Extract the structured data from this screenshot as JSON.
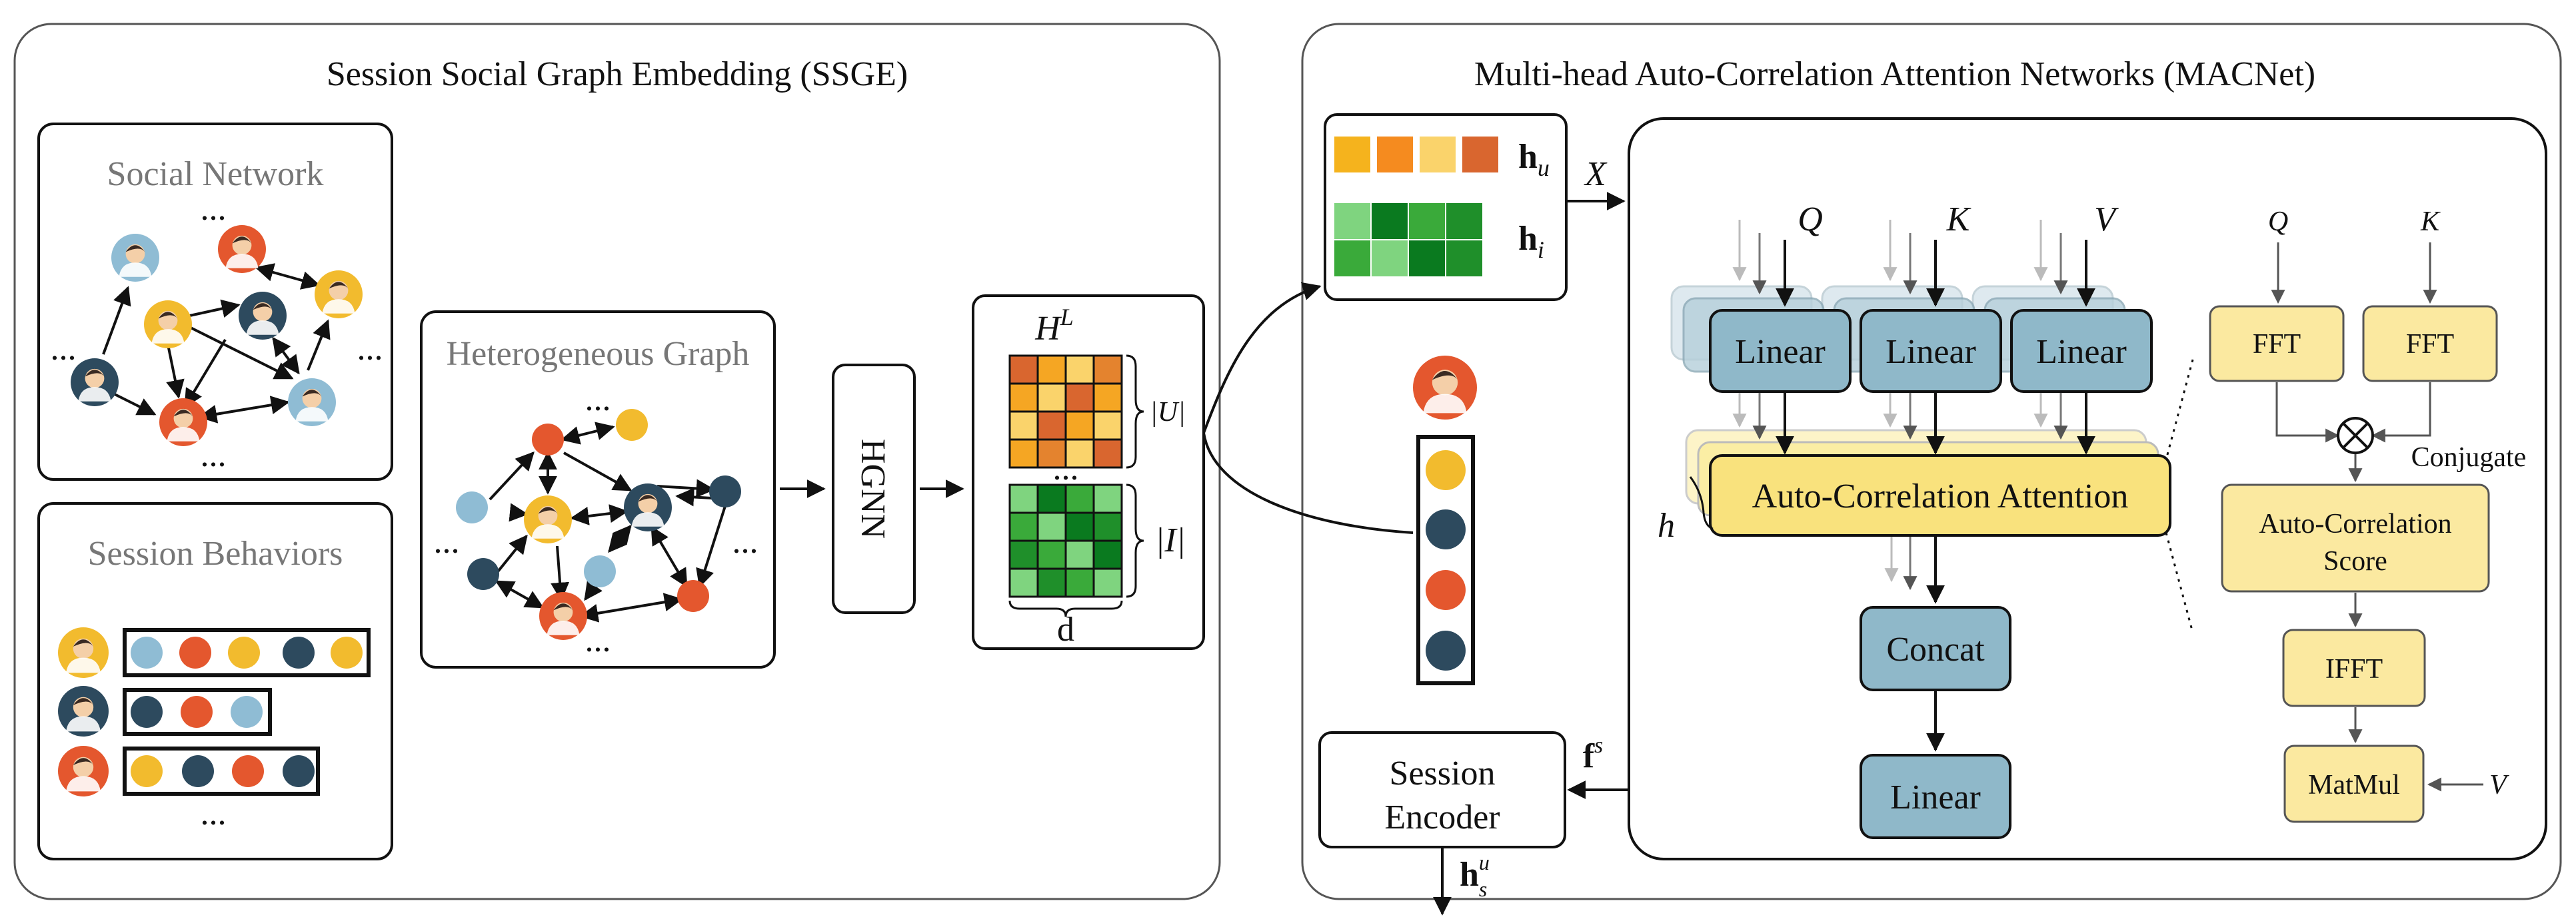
{
  "ssge": {
    "title": "Session Social Graph Embedding (SSGE)",
    "social_network_title": "Social Network",
    "session_behaviors_title": "Session Behaviors",
    "heterogeneous_graph_title": "Heterogeneous Graph",
    "ellipsis": "...",
    "hgnn_label": "HGNN",
    "embedding_matrix_label": "H",
    "embedding_matrix_sup": "L",
    "user_block_label": "|U|",
    "item_block_label": "|I|",
    "dim_label": "d"
  },
  "macnet": {
    "title": "Multi-head Auto-Correlation Attention Networks (MACNet)",
    "hu_label": "h",
    "hu_sub": "u",
    "hi_label": "h",
    "hi_sub": "i",
    "x_label": "X",
    "q_label": "Q",
    "k_label": "K",
    "v_label": "V",
    "linear_label": "Linear",
    "autocorr_attention_label": "Auto-Correlation Attention",
    "heads_label": "h",
    "concat_label": "Concat",
    "session_encoder_line1": "Session",
    "session_encoder_line2": "Encoder",
    "fs_label": "f",
    "fs_sup": "s",
    "hsu_label": "h",
    "hsu_sub": "s",
    "hsu_sup": "u",
    "detail": {
      "q_label": "Q",
      "k_label": "K",
      "v_label": "V",
      "fft_label": "FFT",
      "conjugate_label": "Conjugate",
      "score_line1": "Auto-Correlation",
      "score_line2": "Score",
      "ifft_label": "IFFT",
      "matmul_label": "MatMul"
    }
  },
  "colors": {
    "user_orange": "#e4572e",
    "user_yellow": "#f2bb2e",
    "item_navy": "#2d4a5e",
    "item_lightblue": "#8fbcd4",
    "linear_box": "#8fb8c9",
    "autocorr_box": "#f9e27d",
    "detail_box": "#fbe9a0"
  }
}
